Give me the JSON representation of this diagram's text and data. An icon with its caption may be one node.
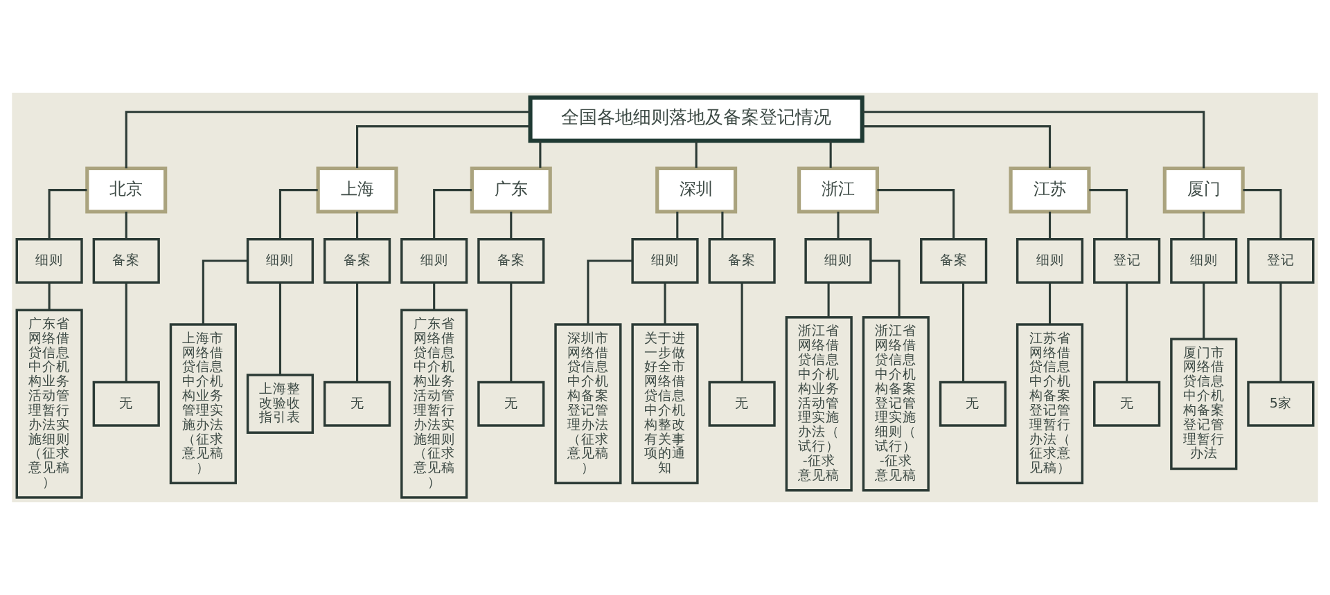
{
  "diagram": {
    "nodes": [
      {
        "text": [
          "全国各地细则落地及备案登记情况"
        ]
      },
      {
        "text": [
          "北京"
        ]
      },
      {
        "text": [
          "上海"
        ]
      },
      {
        "text": [
          "广东"
        ]
      },
      {
        "text": [
          "深圳"
        ]
      },
      {
        "text": [
          "浙江"
        ]
      },
      {
        "text": [
          "江苏"
        ]
      },
      {
        "text": [
          "厦门"
        ]
      },
      {
        "text": [
          "细则"
        ]
      },
      {
        "text": [
          "备案"
        ]
      },
      {
        "text": [
          "细则"
        ]
      },
      {
        "text": [
          "备案"
        ]
      },
      {
        "text": [
          "细则"
        ]
      },
      {
        "text": [
          "备案"
        ]
      },
      {
        "text": [
          "细则"
        ]
      },
      {
        "text": [
          "备案"
        ]
      },
      {
        "text": [
          "细则"
        ]
      },
      {
        "text": [
          "备案"
        ]
      },
      {
        "text": [
          "细则"
        ]
      },
      {
        "text": [
          "登记"
        ]
      },
      {
        "text": [
          "细则"
        ]
      },
      {
        "text": [
          "登记"
        ]
      },
      {
        "text": [
          "广东省网络借贷信息中介机构业务活动管理暂行办法实施细则（征求意见稿）"
        ]
      },
      {
        "text": [
          "无"
        ]
      },
      {
        "text": [
          "上海市网络借贷信息中介机构业务管理实施办法（征求意见稿）"
        ]
      },
      {
        "text": [
          "上海整改验收指引表"
        ]
      },
      {
        "text": [
          "无"
        ]
      },
      {
        "text": [
          "广东省网络借贷信息中介机构业务活动管理暂行办法实施细则（征求意见稿）"
        ]
      },
      {
        "text": [
          "无"
        ]
      },
      {
        "text": [
          "深圳市网络借贷信息中介机构备案登记管理办法（征求意见稿）"
        ]
      },
      {
        "text": [
          "关于进一步做好全市网络借贷信息中介机构整改有关事项的通知"
        ]
      },
      {
        "text": [
          "无"
        ]
      },
      {
        "text": [
          "浙江省网络借贷信息中介机构业务活动管理实施办法（试行）-征求意见稿"
        ]
      },
      {
        "text": [
          "浙江省网络借贷信息中介机构备案登记管理实施细则（试行）-征求意见稿"
        ]
      },
      {
        "text": [
          "无"
        ]
      },
      {
        "text": [
          "江苏省网络借贷信息中介机构备案登记管理暂行办法（征求意见稿）"
        ]
      },
      {
        "text": [
          "无"
        ]
      },
      {
        "text": [
          "厦门市网络借贷信息中介机构备案登记管理暂行办法"
        ]
      },
      {
        "text": [
          "5家"
        ]
      }
    ],
    "edges": [
      {
        "from": 0,
        "to": 1,
        "arrow": "none"
      },
      {
        "from": 0,
        "to": 2,
        "arrow": "none"
      },
      {
        "from": 0,
        "to": 3,
        "arrow": "none"
      },
      {
        "from": 0,
        "to": 4,
        "arrow": "none"
      },
      {
        "from": 0,
        "to": 5,
        "arrow": "none"
      },
      {
        "from": 0,
        "to": 6,
        "arrow": "none"
      },
      {
        "from": 0,
        "to": 7,
        "arrow": "none"
      },
      {
        "from": 1,
        "to": 8,
        "arrow": "none"
      },
      {
        "from": 1,
        "to": 9,
        "arrow": "none"
      },
      {
        "from": 2,
        "to": 10,
        "arrow": "none"
      },
      {
        "from": 2,
        "to": 11,
        "arrow": "none"
      },
      {
        "from": 3,
        "to": 12,
        "arrow": "none"
      },
      {
        "from": 3,
        "to": 13,
        "arrow": "none"
      },
      {
        "from": 4,
        "to": 14,
        "arrow": "none"
      },
      {
        "from": 4,
        "to": 15,
        "arrow": "none"
      },
      {
        "from": 5,
        "to": 16,
        "arrow": "none"
      },
      {
        "from": 5,
        "to": 17,
        "arrow": "none"
      },
      {
        "from": 6,
        "to": 18,
        "arrow": "none"
      },
      {
        "from": 6,
        "to": 19,
        "arrow": "none"
      },
      {
        "from": 7,
        "to": 20,
        "arrow": "none"
      },
      {
        "from": 7,
        "to": 21,
        "arrow": "none"
      },
      {
        "from": 8,
        "to": 22,
        "arrow": "none"
      },
      {
        "from": 9,
        "to": 23,
        "arrow": "none"
      },
      {
        "from": 10,
        "to": 24,
        "arrow": "none"
      },
      {
        "from": 10,
        "to": 25,
        "arrow": "none"
      },
      {
        "from": 11,
        "to": 26,
        "arrow": "none"
      },
      {
        "from": 12,
        "to": 27,
        "arrow": "none"
      },
      {
        "from": 13,
        "to": 28,
        "arrow": "none"
      },
      {
        "from": 14,
        "to": 29,
        "arrow": "none"
      },
      {
        "from": 14,
        "to": 30,
        "arrow": "none"
      },
      {
        "from": 15,
        "to": 31,
        "arrow": "none"
      },
      {
        "from": 16,
        "to": 32,
        "arrow": "none"
      },
      {
        "from": 16,
        "to": 33,
        "arrow": "none"
      },
      {
        "from": 17,
        "to": 34,
        "arrow": "none"
      },
      {
        "from": 18,
        "to": 35,
        "arrow": "none"
      },
      {
        "from": 19,
        "to": 36,
        "arrow": "none"
      },
      {
        "from": 20,
        "to": 37,
        "arrow": "none"
      },
      {
        "from": 21,
        "to": 38,
        "arrow": "none"
      }
    ]
  }
}
